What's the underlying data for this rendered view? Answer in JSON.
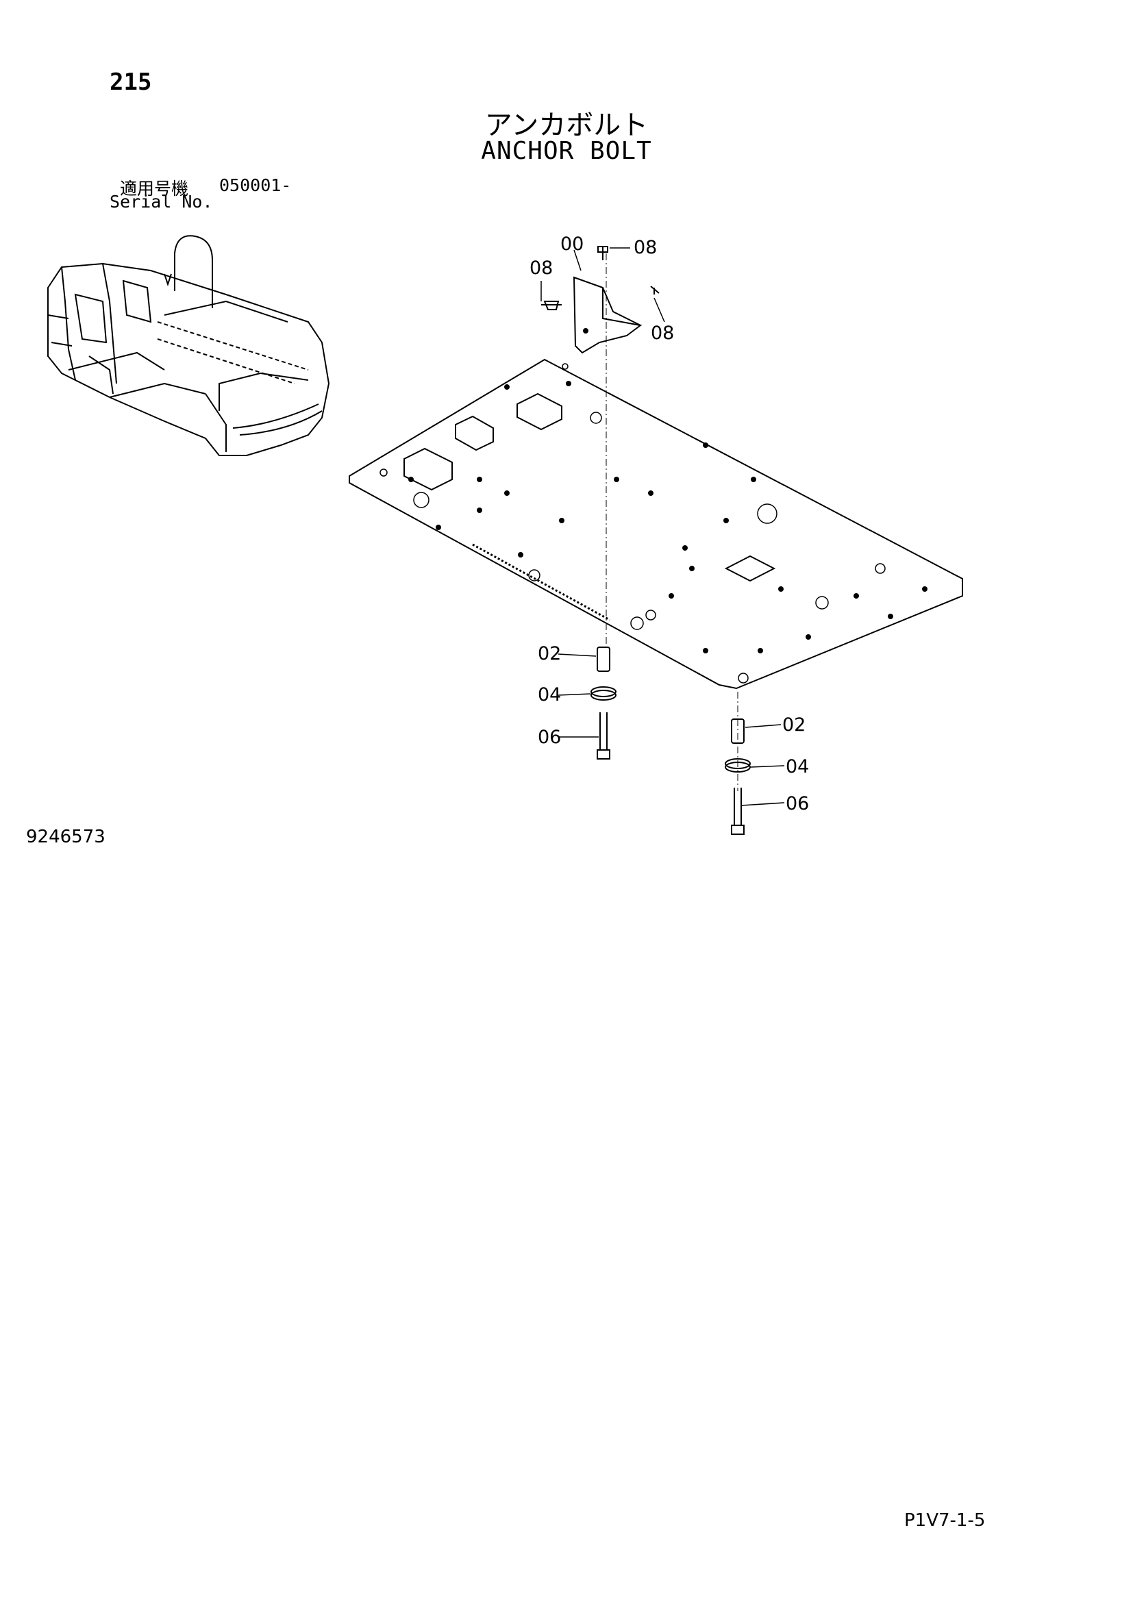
{
  "header": {
    "page_number": "215",
    "title_jp": "アンカボルト",
    "title_en": "ANCHOR BOLT"
  },
  "serial": {
    "label_jp": "適用号機",
    "value": "050001-",
    "label_en": "Serial No."
  },
  "callouts": {
    "c00": "00",
    "c08_top": "08",
    "c08_left": "08",
    "c08_right": "08",
    "c02_left": "02",
    "c04_left": "04",
    "c06_left": "06",
    "c02_right": "02",
    "c04_right": "04",
    "c06_right": "06"
  },
  "footer": {
    "drawing_number": "9246573",
    "sheet_code": "P1V7-1-5"
  }
}
